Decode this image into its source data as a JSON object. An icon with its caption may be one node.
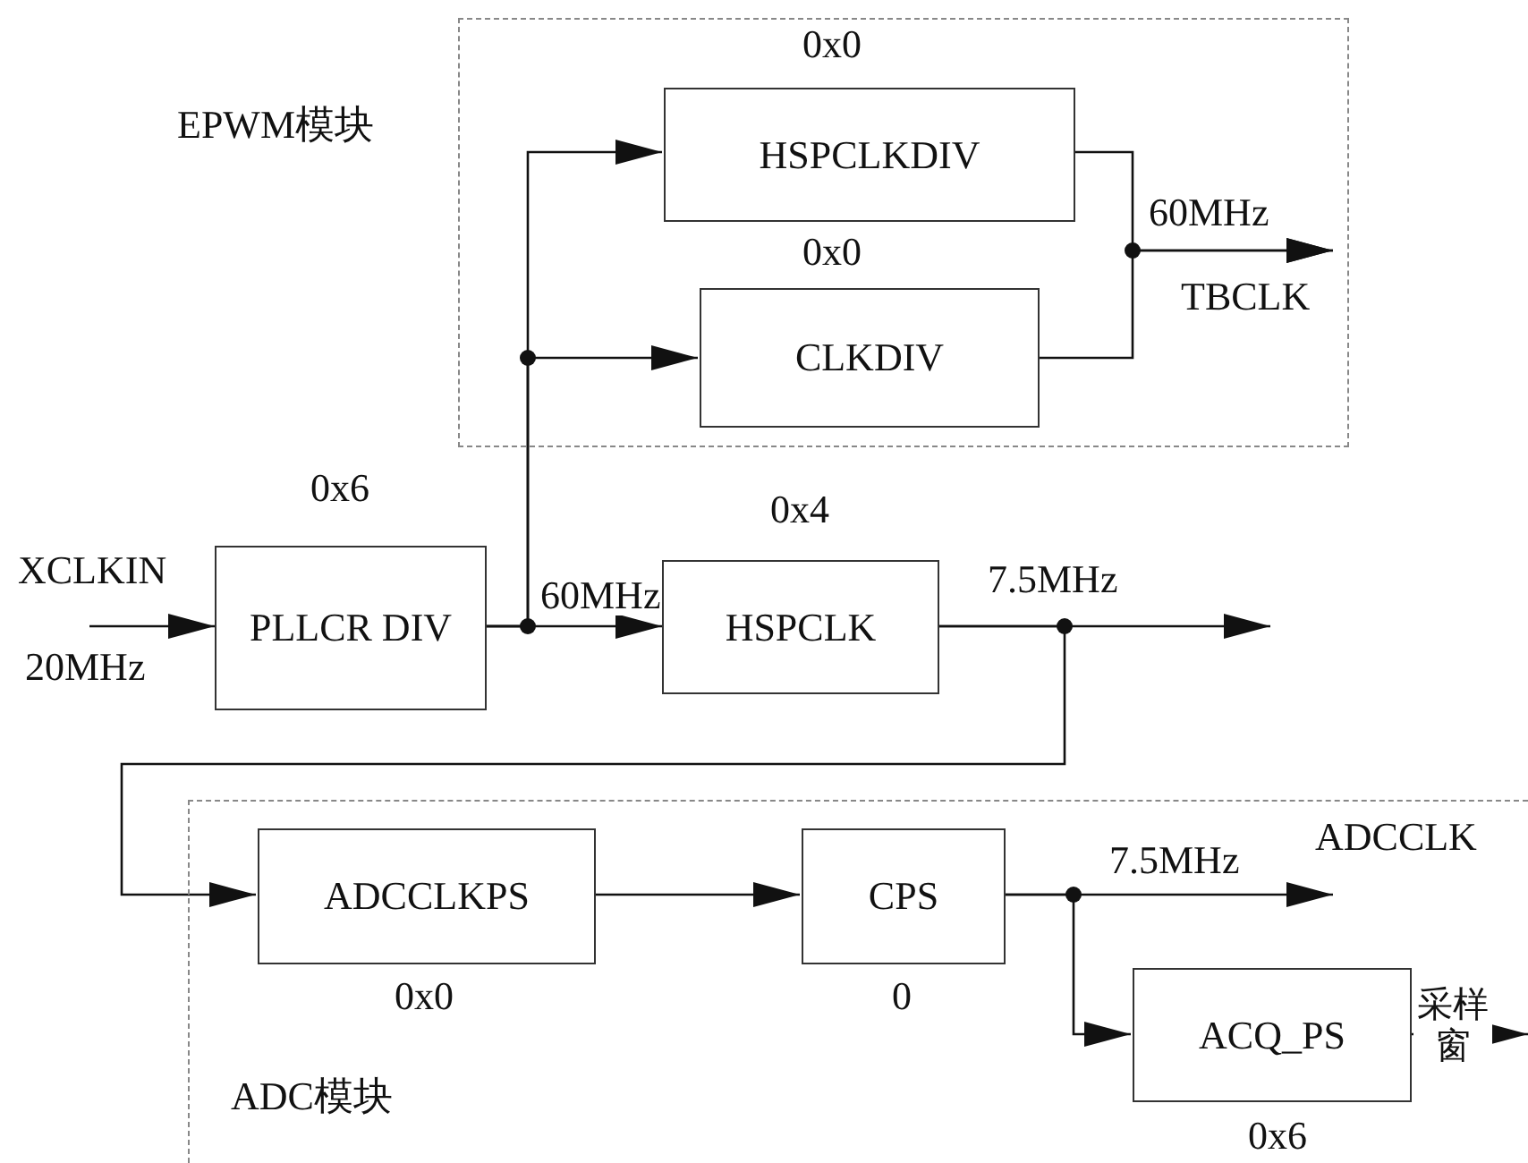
{
  "diagram": {
    "nodes": [
      {
        "text": [
          "EPWM模块"
        ]
      },
      {
        "text": [
          "HSPCLKDIV"
        ],
        "in": 0,
        "beside": [
          "0x0"
        ]
      },
      {
        "text": [
          "CLKDIV"
        ],
        "in": 0,
        "beside": [
          "0x0"
        ]
      },
      {
        "text": [
          "PLLCR DIV"
        ],
        "beside": [
          "0x6"
        ]
      },
      {
        "text": [
          "HSPCLK"
        ],
        "beside": [
          "0x4"
        ]
      },
      {
        "text": [
          "ADC模块"
        ]
      },
      {
        "text": [
          "ADCCLKPS"
        ],
        "in": 5,
        "beside": [
          "0x0"
        ]
      },
      {
        "text": [
          "CPS"
        ],
        "in": 5,
        "beside": [
          "0"
        ]
      },
      {
        "text": [
          "ACQ_PS"
        ],
        "in": 5,
        "beside": [
          "0x6"
        ]
      }
    ],
    "edges": [
      {
        "from": null,
        "to": 3,
        "arrow": "to",
        "label": "20MHz"
      },
      {
        "from": 3,
        "to": 4,
        "arrow": "to",
        "label": "60MHz"
      },
      {
        "from": 3,
        "to": 1,
        "arrow": "to"
      },
      {
        "from": 3,
        "to": 2,
        "arrow": "to"
      },
      {
        "from": 1,
        "to": null,
        "arrow": "to",
        "label": "60MHz"
      },
      {
        "from": 2,
        "to": null,
        "arrow": "to"
      },
      {
        "from": 4,
        "to": null,
        "arrow": "to",
        "label": "7.5MHz"
      },
      {
        "from": 4,
        "to": 6,
        "arrow": "to"
      },
      {
        "from": 6,
        "to": 7,
        "arrow": "to"
      },
      {
        "from": 7,
        "to": null,
        "arrow": "to",
        "label": "7.5MHz"
      },
      {
        "from": 7,
        "to": 8,
        "arrow": "to"
      },
      {
        "from": 8,
        "to": null,
        "arrow": "to",
        "label": "采样窗"
      }
    ],
    "labels": [
      "XCLKIN",
      "TBCLK",
      "ADCCLK"
    ]
  }
}
